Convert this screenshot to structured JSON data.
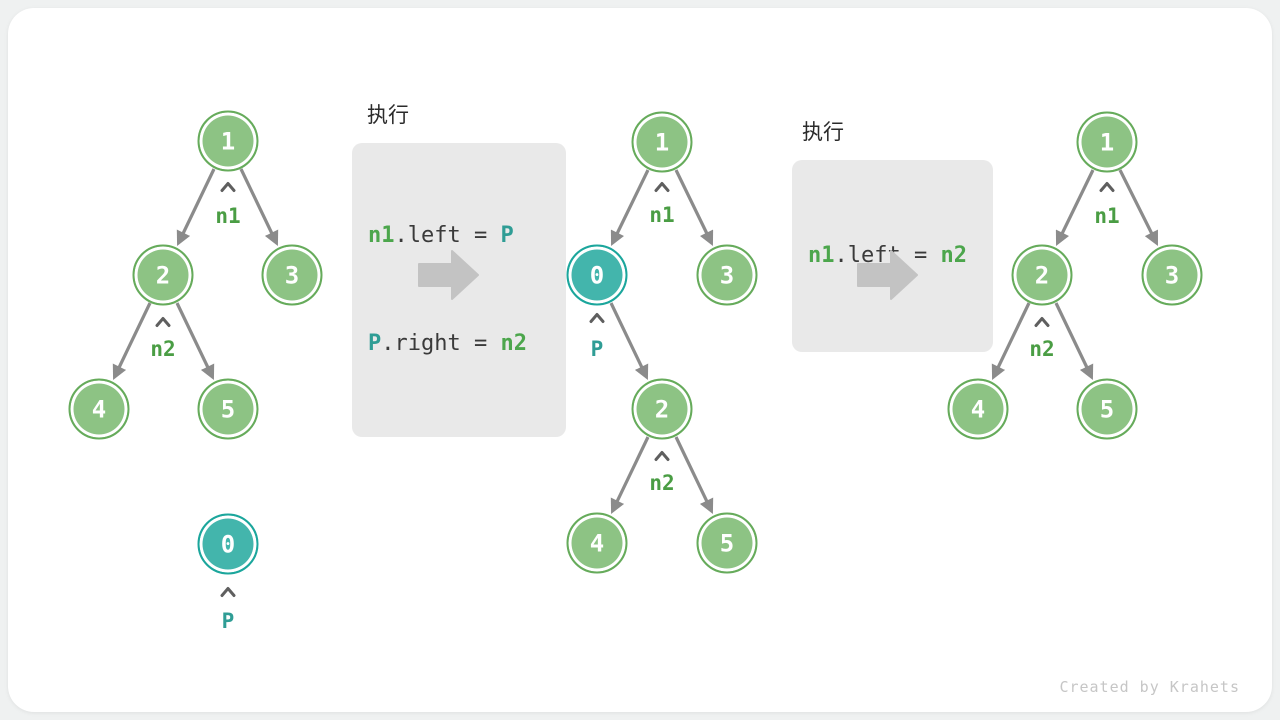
{
  "watermark": "Created by Krahets",
  "code_blocks": [
    {
      "title": "执行",
      "lines": [
        {
          "tokens": [
            {
              "text": "n1"
            },
            {
              "text": ".left = "
            },
            {
              "text": "P"
            }
          ]
        },
        {
          "tokens": [
            {
              "text": "P"
            },
            {
              "text": ".right = "
            },
            {
              "text": "n2"
            }
          ]
        }
      ]
    },
    {
      "title": "执行",
      "lines": [
        {
          "tokens": [
            {
              "text": "n1"
            },
            {
              "text": ".left = "
            },
            {
              "text": "n2"
            }
          ]
        }
      ]
    }
  ],
  "trees": [
    {
      "nodes": [
        {
          "v": "1"
        },
        {
          "v": "2"
        },
        {
          "v": "3"
        },
        {
          "v": "4"
        },
        {
          "v": "5"
        },
        {
          "v": "0"
        }
      ],
      "pointers": [
        {
          "label": "n1"
        },
        {
          "label": "n2"
        },
        {
          "label": "P"
        }
      ]
    },
    {
      "nodes": [
        {
          "v": "1"
        },
        {
          "v": "0"
        },
        {
          "v": "3"
        },
        {
          "v": "2"
        },
        {
          "v": "4"
        },
        {
          "v": "5"
        }
      ],
      "pointers": [
        {
          "label": "n1"
        },
        {
          "label": "P"
        },
        {
          "label": "n2"
        }
      ]
    },
    {
      "nodes": [
        {
          "v": "1"
        },
        {
          "v": "2"
        },
        {
          "v": "3"
        },
        {
          "v": "4"
        },
        {
          "v": "5"
        }
      ],
      "pointers": [
        {
          "label": "n1"
        },
        {
          "label": "n2"
        }
      ]
    }
  ],
  "colors": {
    "node_green_fill": "#8dc384",
    "node_green_border": "#66ab5b",
    "node_teal_fill": "#43b5ac",
    "node_teal_border": "#1ba69c",
    "pointer_green": "#4a9d44",
    "pointer_teal": "#2f9d95",
    "code_green": "#4ca64c",
    "code_teal": "#2f9d95",
    "code_background": "#e9e9e9",
    "edge_gray": "#8b8b8b",
    "block_arrow_gray": "#c3c3c3"
  }
}
